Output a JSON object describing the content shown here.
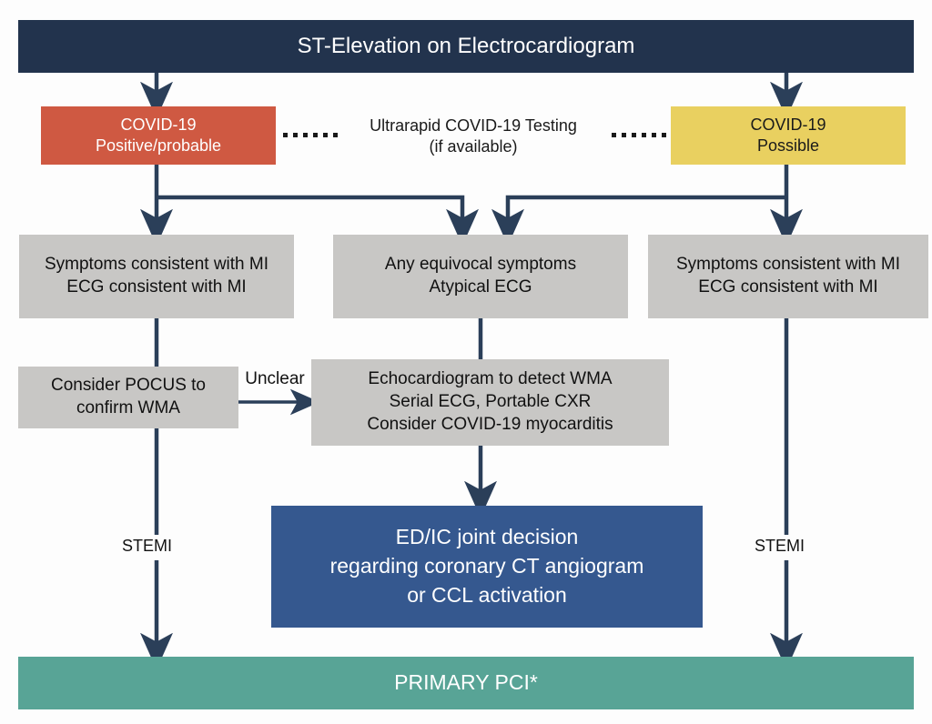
{
  "diagram": {
    "title": "ST-Elevation on Electrocardiogram",
    "header": {
      "label": "ST-Elevation on Electrocardiogram"
    },
    "triage": {
      "covid_positive": "COVID-19\nPositive/probable",
      "covid_possible": "COVID-19\nPossible",
      "testing_note": "Ultrarapid COVID-19 Testing\n(if available)"
    },
    "assessment": {
      "symptoms_left": "Symptoms consistent with MI\nECG consistent with MI",
      "symptoms_middle": "Any equivocal symptoms\nAtypical ECG",
      "symptoms_right": "Symptoms consistent with MI\nECG consistent with MI"
    },
    "workup": {
      "pocus": "Consider POCUS to\nconfirm WMA",
      "unclear_label": "Unclear",
      "echo": "Echocardiogram to detect WMA\nSerial ECG, Portable CXR\nConsider COVID-19 myocarditis"
    },
    "decision": {
      "joint_decision": "ED/IC joint decision\nregarding coronary CT angiogram\nor CCL activation"
    },
    "outcome": {
      "primary_pci": "PRIMARY PCI*"
    },
    "edge_labels": {
      "stemi_left": "STEMI",
      "stemi_right": "STEMI"
    },
    "colors": {
      "header_navy": "#22334d",
      "covid_positive_red": "#cf5942",
      "covid_possible_yellow": "#e9d060",
      "box_grey": "#c8c7c5",
      "decision_blue": "#35588f",
      "outcome_teal": "#58a496",
      "connector_navy": "#2b3f59",
      "page_background": "#fdfdfd"
    }
  }
}
